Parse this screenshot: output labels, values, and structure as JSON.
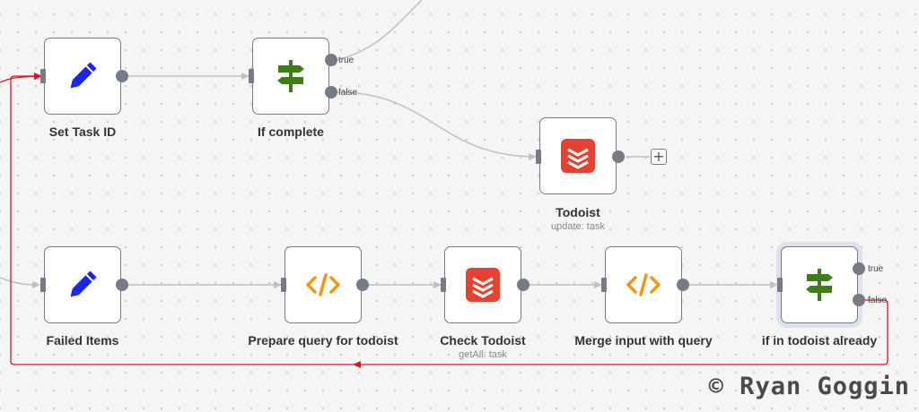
{
  "nodes": {
    "set_task_id": {
      "label": "Set Task ID"
    },
    "if_complete": {
      "label": "If complete",
      "true_label": "true",
      "false_label": "false"
    },
    "todoist": {
      "label": "Todoist",
      "sub": "update: task"
    },
    "failed_items": {
      "label": "Failed Items"
    },
    "prepare_query": {
      "label": "Prepare query for todoist"
    },
    "check_todoist": {
      "label": "Check Todoist",
      "sub": "getAll: task"
    },
    "merge_input": {
      "label": "Merge input with query"
    },
    "if_in_todoist": {
      "label": "if in todoist already",
      "true_label": "true",
      "false_label": "false"
    }
  },
  "add_button": {
    "symbol": "+"
  },
  "watermark": {
    "text": "© Ryan Goggin"
  },
  "colors": {
    "connection": "#c0c0c0",
    "loop_connection": "#e0111a",
    "set_icon": "#1b25e8",
    "if_icon": "#3e7d17",
    "code_icon": "#f59516",
    "todoist_icon": "#e44332"
  },
  "icons": {
    "set_task_id": "pencil-icon",
    "if_complete": "signpost-icon",
    "todoist": "todoist-icon",
    "failed_items": "pencil-icon",
    "prepare_query": "code-icon",
    "check_todoist": "todoist-icon",
    "merge_input": "code-icon",
    "if_in_todoist": "signpost-icon"
  }
}
